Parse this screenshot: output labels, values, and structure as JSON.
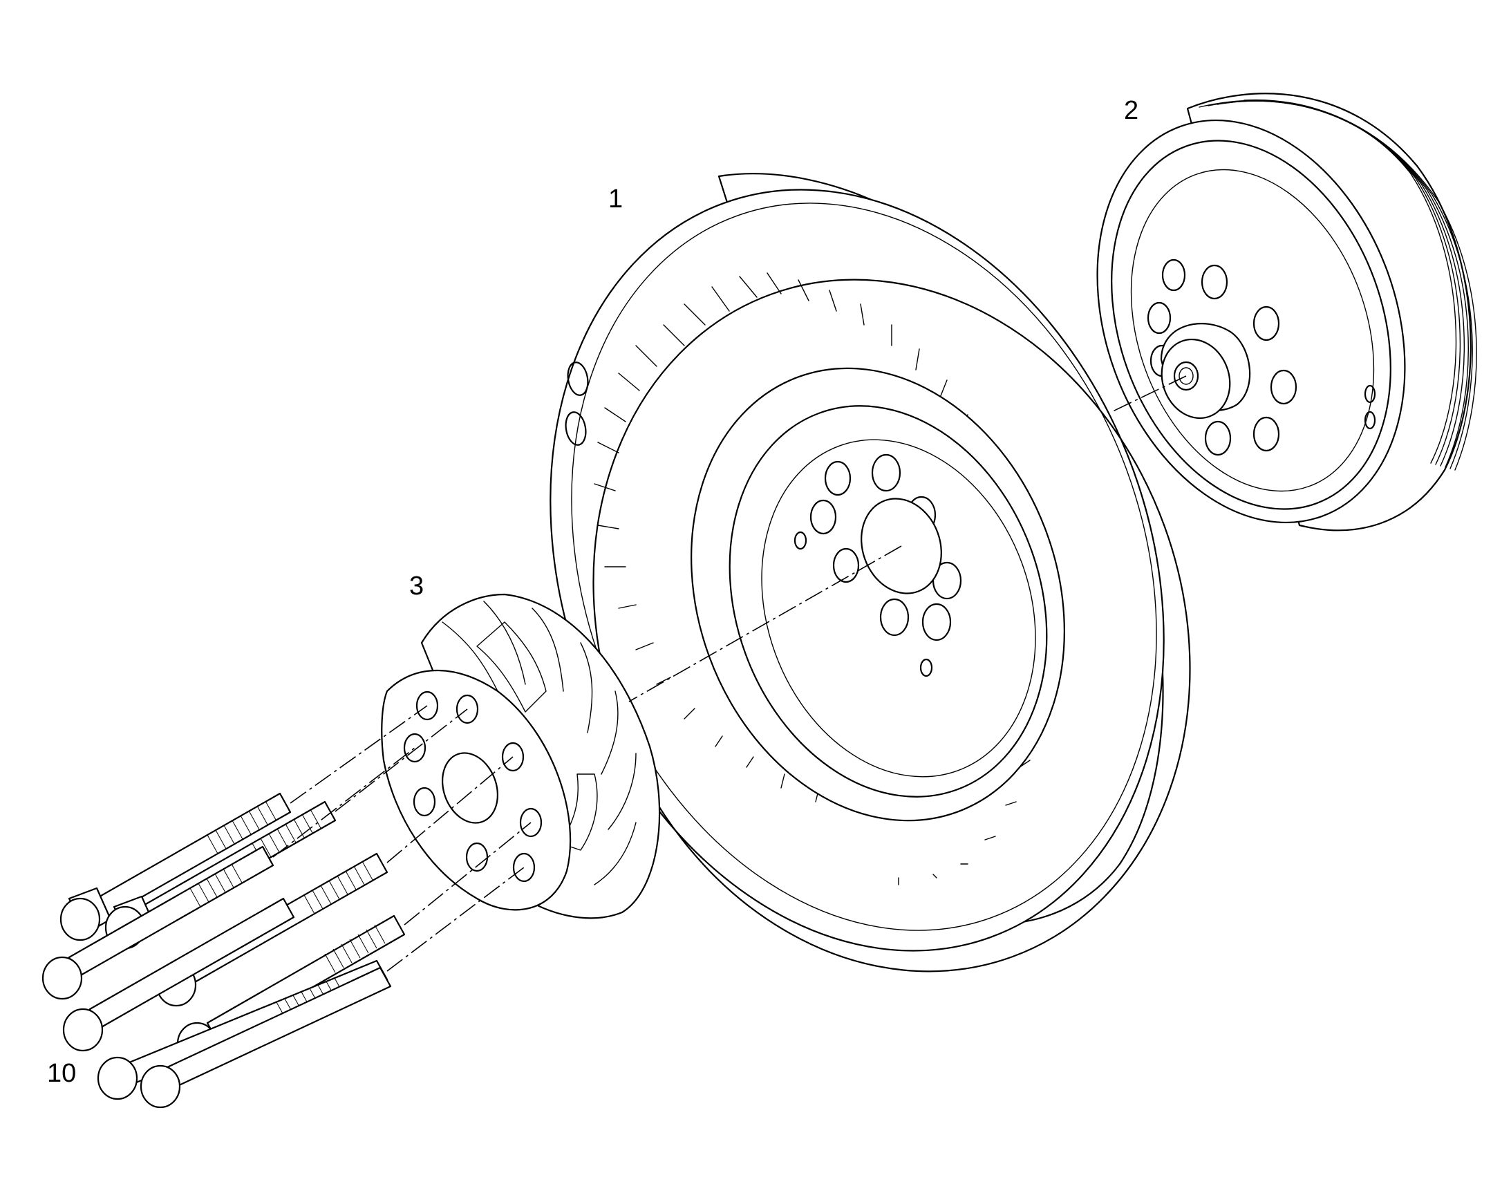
{
  "callouts": {
    "part_1": "1",
    "part_2": "2",
    "part_3": "3",
    "part_10": "10"
  },
  "colors": {
    "line": "#000000",
    "background": "#ffffff"
  }
}
